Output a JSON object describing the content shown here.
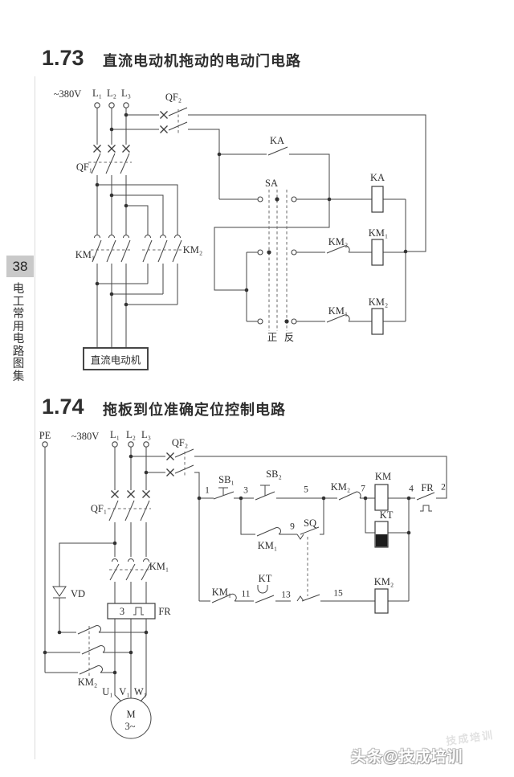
{
  "meta": {
    "page_bg": "#ffffff",
    "line_color": "#454545",
    "badge_bg": "#c9c9c9"
  },
  "sidebar": {
    "page_number": "38",
    "book_title": "电工常用电路图集"
  },
  "watermark": {
    "main": "头条@技成培训",
    "ghost": "技成培训"
  },
  "sections": [
    {
      "number": "1.73",
      "title": "直流电动机拖动的电动门电路"
    },
    {
      "number": "1.74",
      "title": "拖板到位准确定位控制电路"
    }
  ],
  "t": {
    "supply": "~380V",
    "pe": "PE",
    "l1": "L₁",
    "l2": "L₂",
    "l3": "L₃",
    "qf1": "QF₁",
    "qf2": "QF₂",
    "ka": "KA",
    "sa": "SA",
    "km": "KM",
    "km1": "KM₁",
    "km2": "KM₂",
    "kt": "KT",
    "fr": "FR",
    "sq": "SQ",
    "sb1": "SB₁",
    "sb2": "SB₂",
    "vd": "VD",
    "u1": "U₁",
    "v1": "V₁",
    "w1": "W₁",
    "m": "M",
    "three_phase": "3~",
    "forward": "正",
    "reverse": "反",
    "dc_motor": "直流电动机",
    "fr_heaters": "3"
  },
  "n": {
    "1": "1",
    "2": "2",
    "3": "3",
    "4": "4",
    "5": "5",
    "7": "7",
    "9": "9",
    "11": "11",
    "13": "13",
    "15": "15"
  }
}
